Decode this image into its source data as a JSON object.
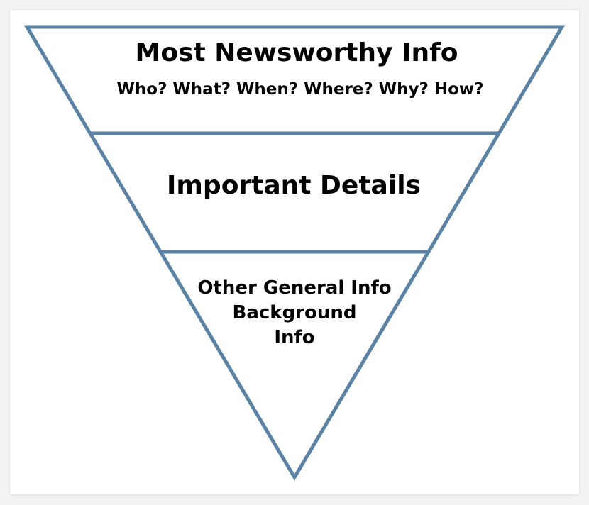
{
  "diagram": {
    "stroke_color": "#5a82a4",
    "background_color": "#ffffff",
    "tiers": [
      {
        "title": "Most Newsworthy Info",
        "subtitle": "Who? What? When? Where? Why? How?"
      },
      {
        "title": "Important Details"
      },
      {
        "lines": [
          "Other General Info",
          "Background",
          "Info"
        ]
      }
    ]
  }
}
